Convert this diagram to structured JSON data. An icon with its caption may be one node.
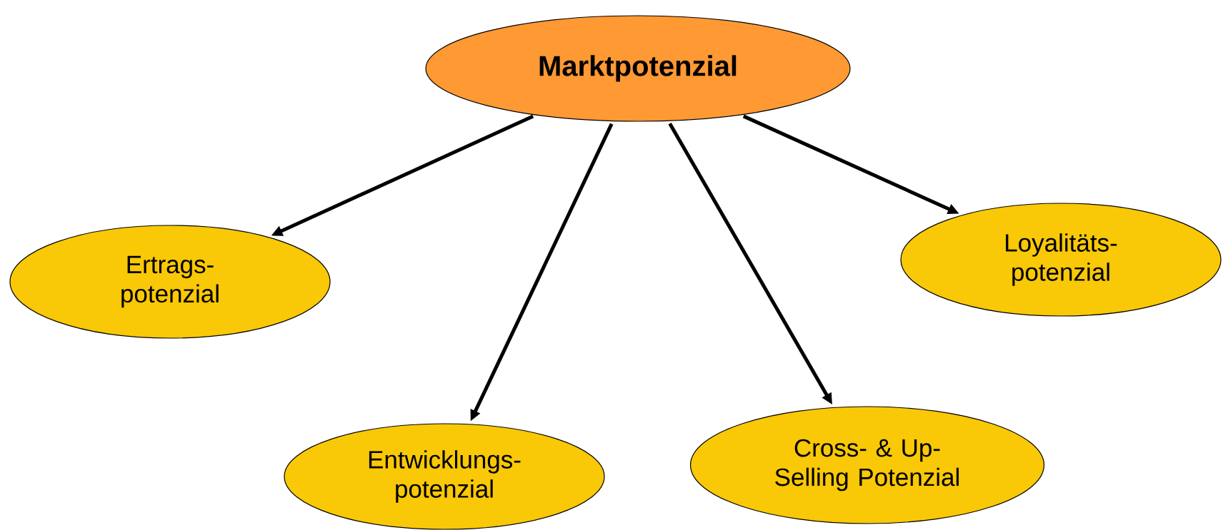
{
  "diagram": {
    "nodes": [
      {
        "text": [
          "Marktpotenzial"
        ]
      },
      {
        "text": [
          "Ertrags- potenzial"
        ]
      },
      {
        "text": [
          "Entwicklungs- potenzial"
        ]
      },
      {
        "text": [
          "Cross- & Up- Selling Potenzial"
        ]
      },
      {
        "text": [
          "Loyalitäts- potenzial"
        ]
      }
    ],
    "edges": [
      {
        "from": 0,
        "to": 1,
        "arrow": "to"
      },
      {
        "from": 0,
        "to": 2,
        "arrow": "to"
      },
      {
        "from": 0,
        "to": 3,
        "arrow": "to"
      },
      {
        "from": 0,
        "to": 4,
        "arrow": "to"
      }
    ]
  }
}
